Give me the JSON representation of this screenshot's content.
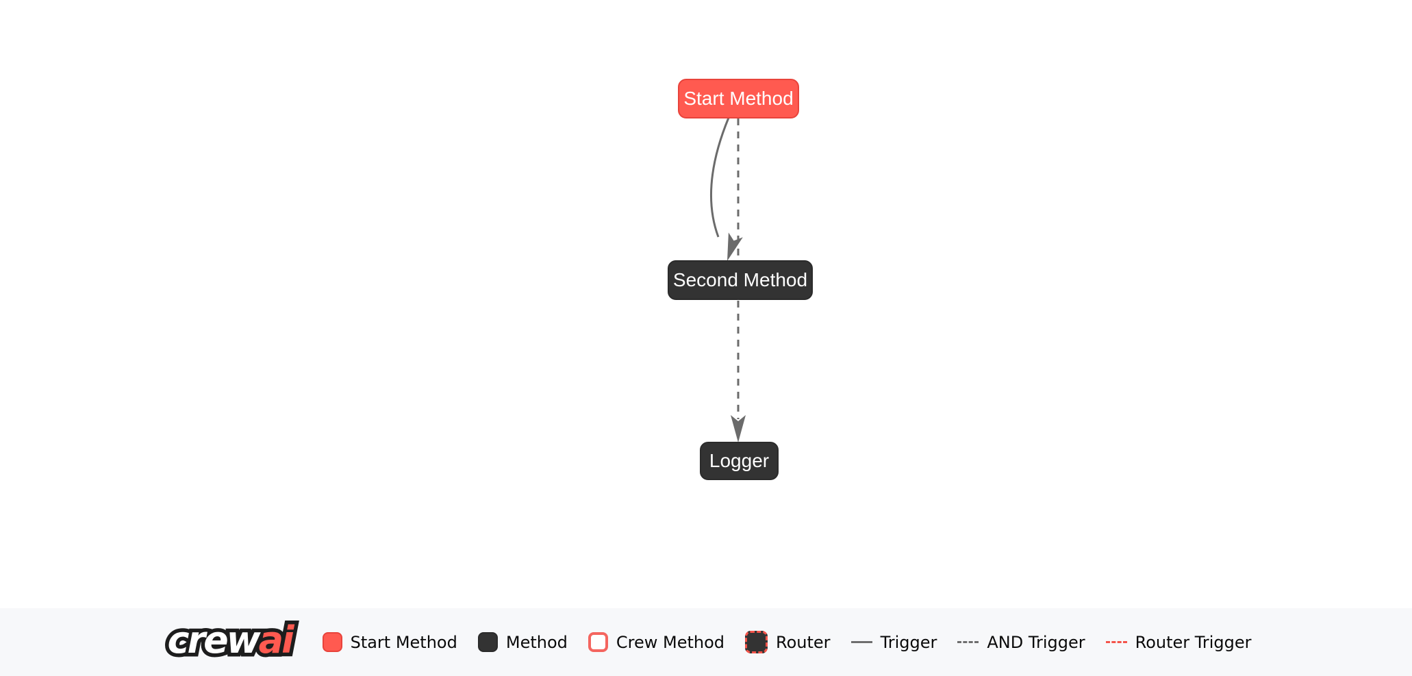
{
  "diagram": {
    "nodes": [
      {
        "id": "start_method",
        "label": "Start Method",
        "type": "start-method"
      },
      {
        "id": "second_method",
        "label": "Second Method",
        "type": "method"
      },
      {
        "id": "logger",
        "label": "Logger",
        "type": "method"
      }
    ],
    "edges": [
      {
        "from": "Start Method",
        "to": "Second Method",
        "kind": "Trigger",
        "line": "solid",
        "curved": true
      },
      {
        "from": "Start Method",
        "to": "Logger",
        "kind": "AND Trigger",
        "line": "dashed",
        "curved": false
      }
    ]
  },
  "legend": {
    "logo_crew": "crew",
    "logo_ai": "ai",
    "items": [
      {
        "label": "Start Method",
        "swatch": "start-method-box"
      },
      {
        "label": "Method",
        "swatch": "method-box"
      },
      {
        "label": "Crew Method",
        "swatch": "crew-method-box"
      },
      {
        "label": "Router",
        "swatch": "router-box"
      },
      {
        "label": "Trigger",
        "swatch": "solid-gray-line"
      },
      {
        "label": "AND Trigger",
        "swatch": "dashed-gray-line"
      },
      {
        "label": "Router Trigger",
        "swatch": "dashed-red-line"
      }
    ]
  },
  "colors": {
    "start_node_bg": "#FF5A50",
    "start_node_border": "#E8433B",
    "method_node_bg": "#333333",
    "node_label_text": "#FFFFFF",
    "edge_gray": "#6B6B6B",
    "router_trigger_red": "#F4544A",
    "legend_text": "#0A0A0A",
    "footer_bg": "#F7F8FA",
    "canvas_bg": "#FFFFFF"
  }
}
